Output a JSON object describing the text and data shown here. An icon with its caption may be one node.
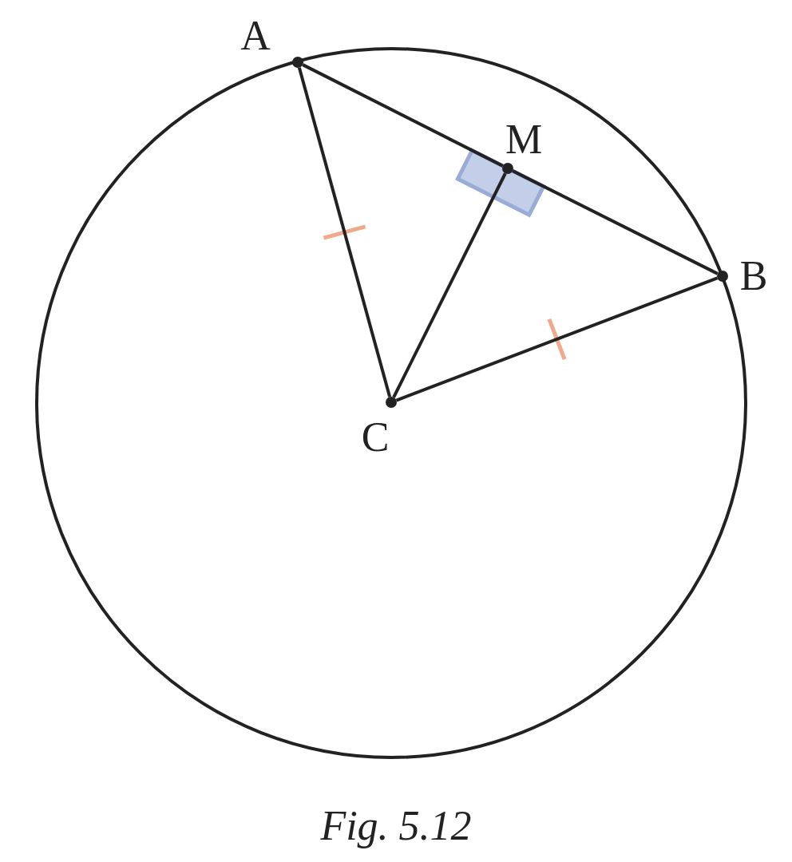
{
  "diagram": {
    "caption": "Fig. 5.12",
    "nodes": [
      {
        "text": [
          "A"
        ]
      },
      {
        "text": [
          "M"
        ]
      },
      {
        "text": [
          "B"
        ]
      },
      {
        "text": [
          "C"
        ]
      }
    ],
    "edges": [
      {
        "from": 0,
        "to": 1,
        "arrow": "none"
      },
      {
        "from": 1,
        "to": 2,
        "arrow": "none"
      },
      {
        "from": 0,
        "to": 3,
        "arrow": "none"
      },
      {
        "from": 3,
        "to": 1,
        "arrow": "none"
      },
      {
        "from": 3,
        "to": 2,
        "arrow": "none"
      }
    ]
  }
}
